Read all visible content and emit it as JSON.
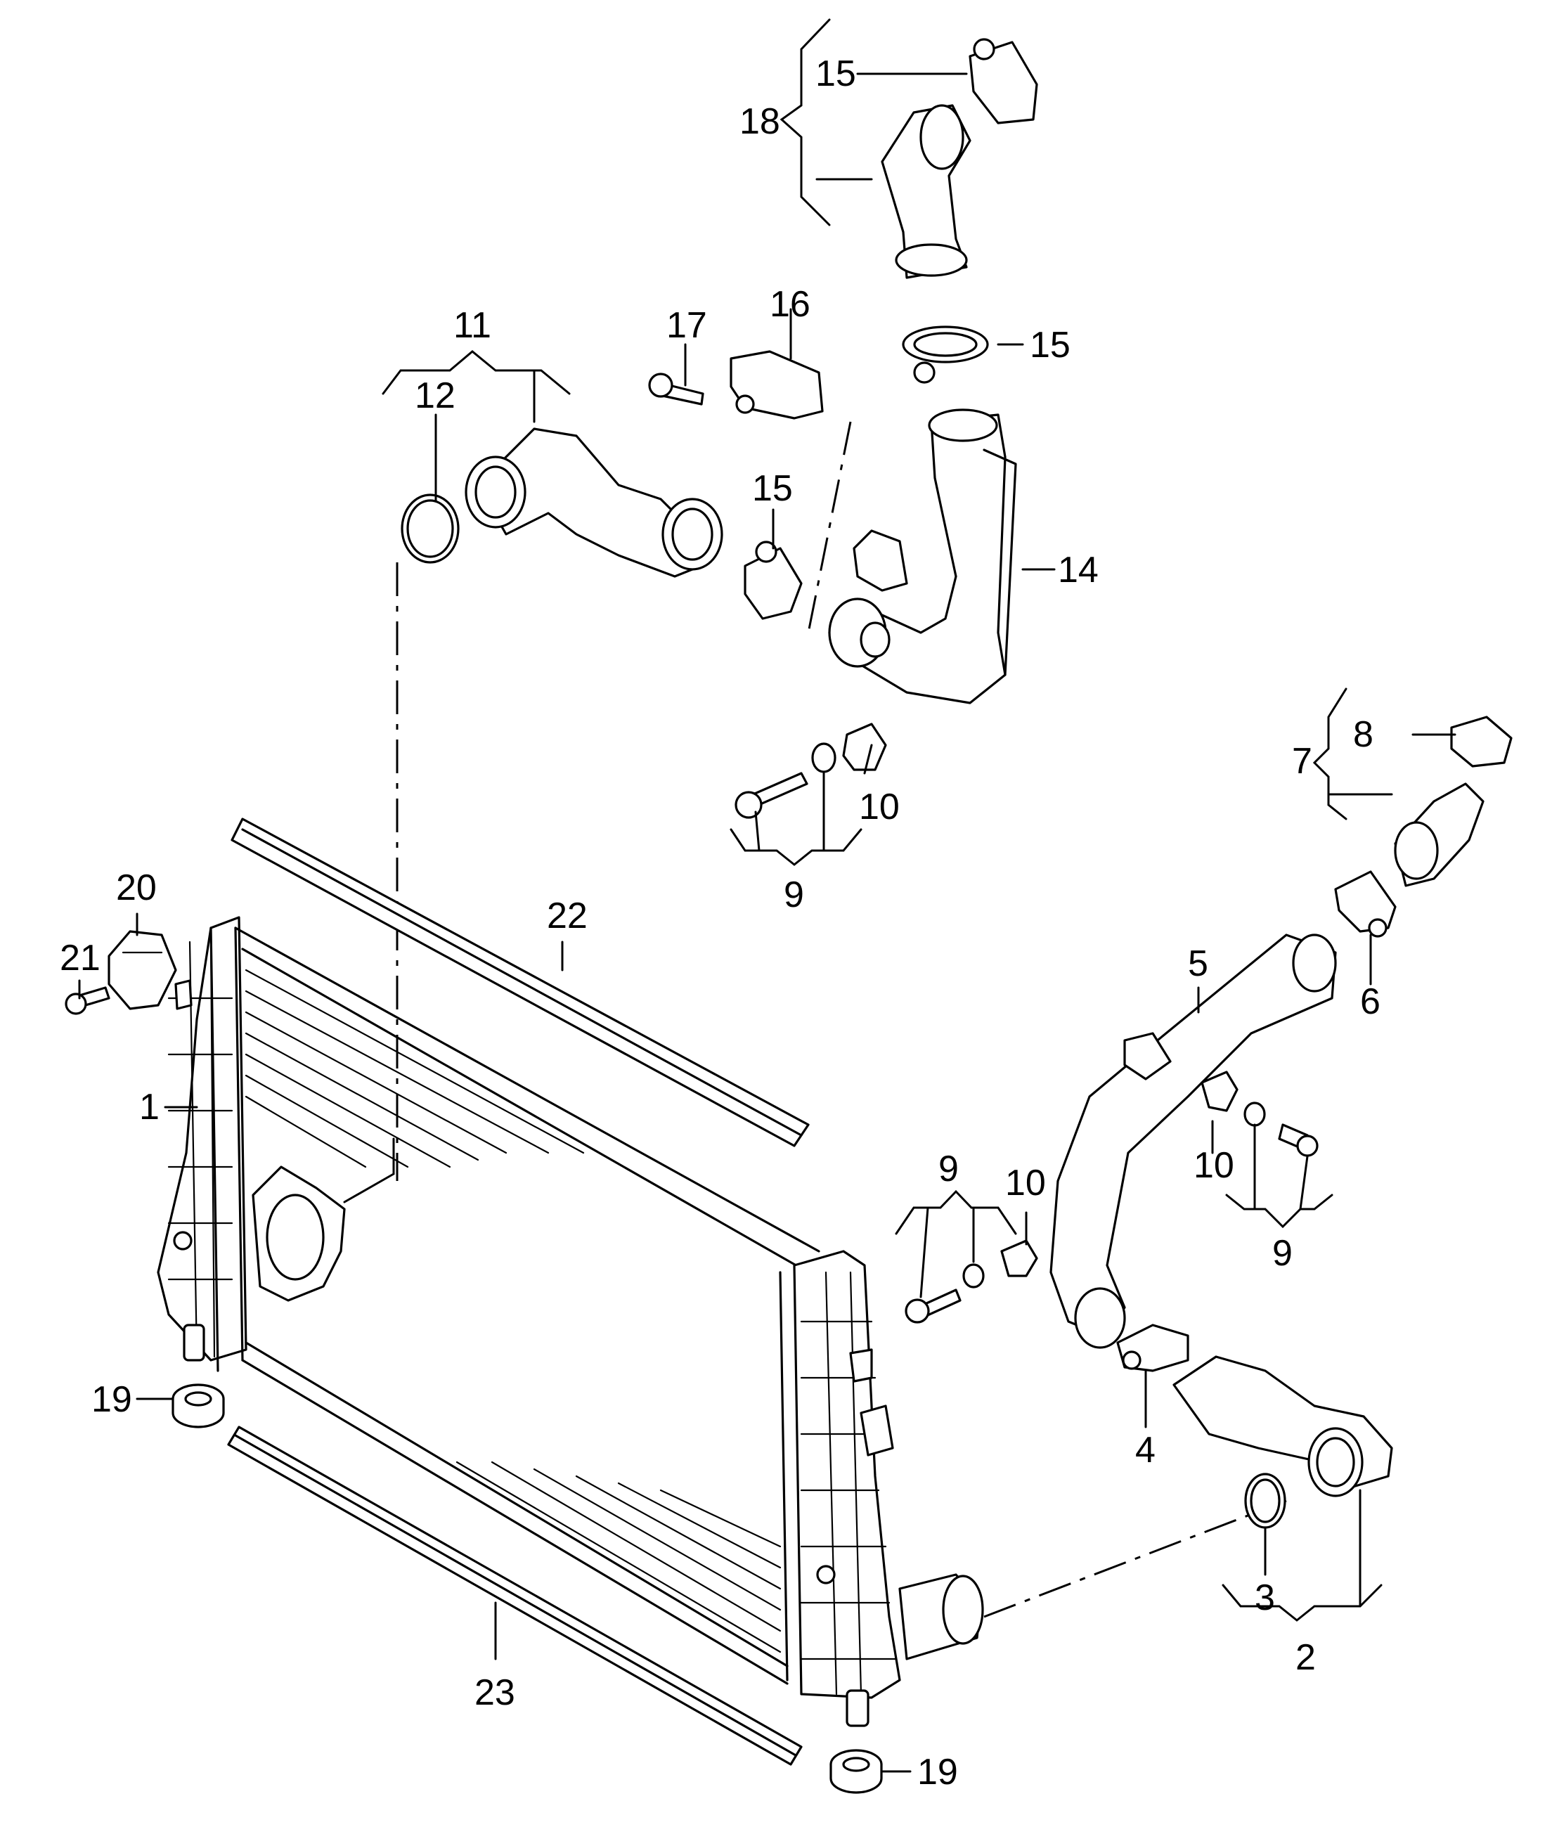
{
  "diagram": {
    "callouts": [
      {
        "id": "c15a",
        "label": "15"
      },
      {
        "id": "c18",
        "label": "18"
      },
      {
        "id": "c11",
        "label": "11"
      },
      {
        "id": "c12",
        "label": "12"
      },
      {
        "id": "c17",
        "label": "17"
      },
      {
        "id": "c16",
        "label": "16"
      },
      {
        "id": "c15b",
        "label": "15"
      },
      {
        "id": "c15c",
        "label": "15"
      },
      {
        "id": "c14",
        "label": "14"
      },
      {
        "id": "c8",
        "label": "8"
      },
      {
        "id": "c7",
        "label": "7"
      },
      {
        "id": "c10a",
        "label": "10"
      },
      {
        "id": "c9a",
        "label": "9"
      },
      {
        "id": "c20",
        "label": "20"
      },
      {
        "id": "c21",
        "label": "21"
      },
      {
        "id": "c22",
        "label": "22"
      },
      {
        "id": "c5",
        "label": "5"
      },
      {
        "id": "c6",
        "label": "6"
      },
      {
        "id": "c1",
        "label": "1"
      },
      {
        "id": "c9b",
        "label": "9"
      },
      {
        "id": "c10b",
        "label": "10"
      },
      {
        "id": "c10c",
        "label": "10"
      },
      {
        "id": "c9c",
        "label": "9"
      },
      {
        "id": "c19a",
        "label": "19"
      },
      {
        "id": "c4",
        "label": "4"
      },
      {
        "id": "c3",
        "label": "3"
      },
      {
        "id": "c2",
        "label": "2"
      },
      {
        "id": "c23",
        "label": "23"
      },
      {
        "id": "c19b",
        "label": "19"
      }
    ]
  }
}
